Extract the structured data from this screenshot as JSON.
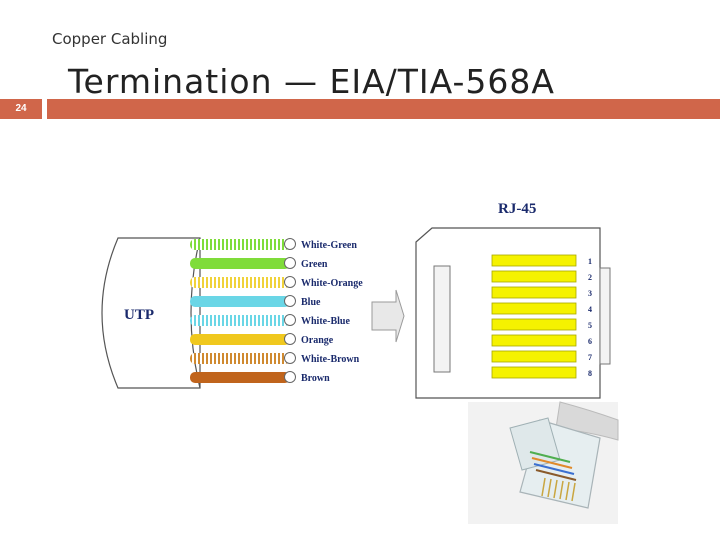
{
  "header": {
    "subtitle": "Copper Cabling",
    "title": "Termination — EIA/TIA-568A",
    "slide_number": "24"
  },
  "colors": {
    "accent_bar": "#d0664a",
    "jack_pins": "#f5f200"
  },
  "cable": {
    "label": "UTP",
    "wires": [
      {
        "name": "White-Green",
        "color": "#7fdc3a",
        "striped": true
      },
      {
        "name": "Green",
        "color": "#7fdc3a",
        "striped": false
      },
      {
        "name": "White-Orange",
        "color": "#f0d23a",
        "striped": true
      },
      {
        "name": "Blue",
        "color": "#6ad6e6",
        "striped": false
      },
      {
        "name": "White-Blue",
        "color": "#6ad6e6",
        "striped": true
      },
      {
        "name": "Orange",
        "color": "#f0c81e",
        "striped": false
      },
      {
        "name": "White-Brown",
        "color": "#d08a30",
        "striped": true
      },
      {
        "name": "Brown",
        "color": "#c0641c",
        "striped": false
      }
    ]
  },
  "jack": {
    "label": "RJ-45",
    "pins": [
      "1",
      "2",
      "3",
      "4",
      "5",
      "6",
      "7",
      "8"
    ]
  }
}
